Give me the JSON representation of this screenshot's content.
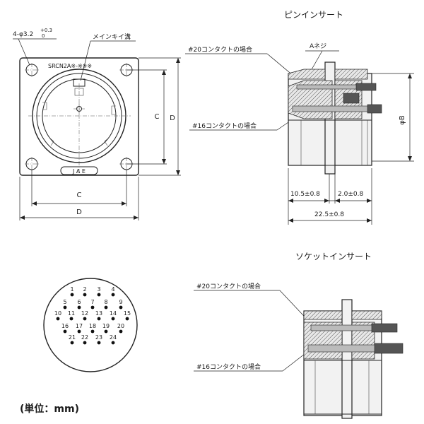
{
  "labels": {
    "pin_insert": "ピンインサート",
    "socket_insert": "ソケットインサート",
    "mount_hole": "4-φ3.2",
    "mount_tol_plus": "+0.3",
    "mount_tol_minus": "0",
    "key_groove": "メインキイ溝",
    "part_marking": "SRCN2A※-※※※",
    "brand_marking": "J  A  E",
    "contact20": "#20コンタクトの場合",
    "contact16": "#16コンタクトの場合",
    "a_screw": "Aネジ",
    "dim_c": "C",
    "dim_d": "D",
    "dim_phi_b": "φB",
    "dim_10_5": "10.5±0.8",
    "dim_2_0": "2.0±0.8",
    "dim_22_5": "22.5±0.8",
    "unit_note": "(単位：mm)"
  },
  "pins": [
    "1",
    "2",
    "3",
    "4",
    "5",
    "6",
    "7",
    "8",
    "9",
    "10",
    "11",
    "12",
    "13",
    "14",
    "15",
    "16",
    "17",
    "18",
    "19",
    "20",
    "21",
    "22",
    "23",
    "24"
  ]
}
